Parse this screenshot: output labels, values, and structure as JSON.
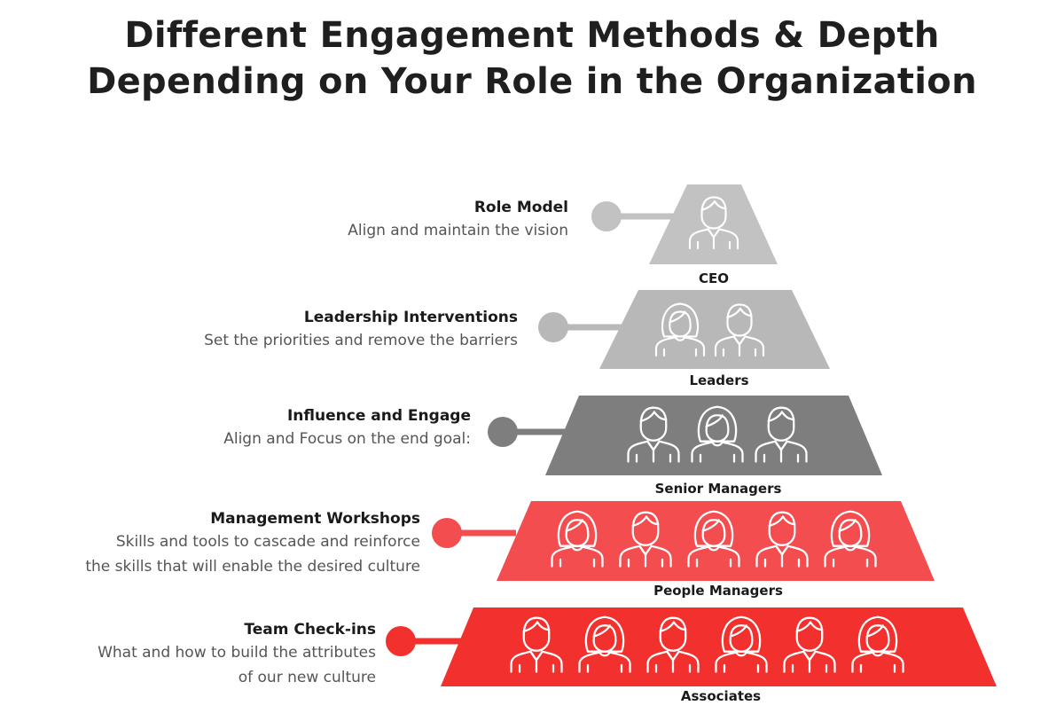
{
  "title": {
    "line1": "Different Engagement Methods & Depth",
    "line2": "Depending on Your Role in the Organization"
  },
  "colors": {
    "ceo": "#c2c2c2",
    "leaders": "#b8b8b8",
    "senior": "#7e7e7e",
    "people": "#f44d4f",
    "associates": "#f2302d",
    "icon_stroke": "#ffffff"
  },
  "levels": [
    {
      "label": "CEO",
      "method": "Role Model",
      "description": [
        "Align and maintain the vision"
      ],
      "icons": [
        "male-person-icon"
      ]
    },
    {
      "label": "Leaders",
      "method": "Leadership Interventions",
      "description": [
        "Set the priorities and remove the barriers"
      ],
      "icons": [
        "female-person-icon",
        "male-person-icon"
      ]
    },
    {
      "label": "Senior Managers",
      "method": "Influence and Engage",
      "description": [
        "Align and Focus on the end goal:"
      ],
      "icons": [
        "male-person-icon",
        "female-person-icon",
        "male-person-icon"
      ]
    },
    {
      "label": "People Managers",
      "method": "Management Workshops",
      "description": [
        "Skills and tools to cascade and reinforce",
        "the skills that will enable the desired culture"
      ],
      "icons": [
        "female-person-icon",
        "male-person-icon",
        "female-person-icon",
        "male-person-icon",
        "female-person-icon"
      ]
    },
    {
      "label": "Associates",
      "method": "Team Check-ins",
      "description": [
        "What and how to build the attributes",
        "of our new culture"
      ],
      "icons": [
        "male-person-icon",
        "female-person-icon",
        "male-person-icon",
        "female-person-icon",
        "male-person-icon",
        "female-person-icon"
      ]
    }
  ]
}
